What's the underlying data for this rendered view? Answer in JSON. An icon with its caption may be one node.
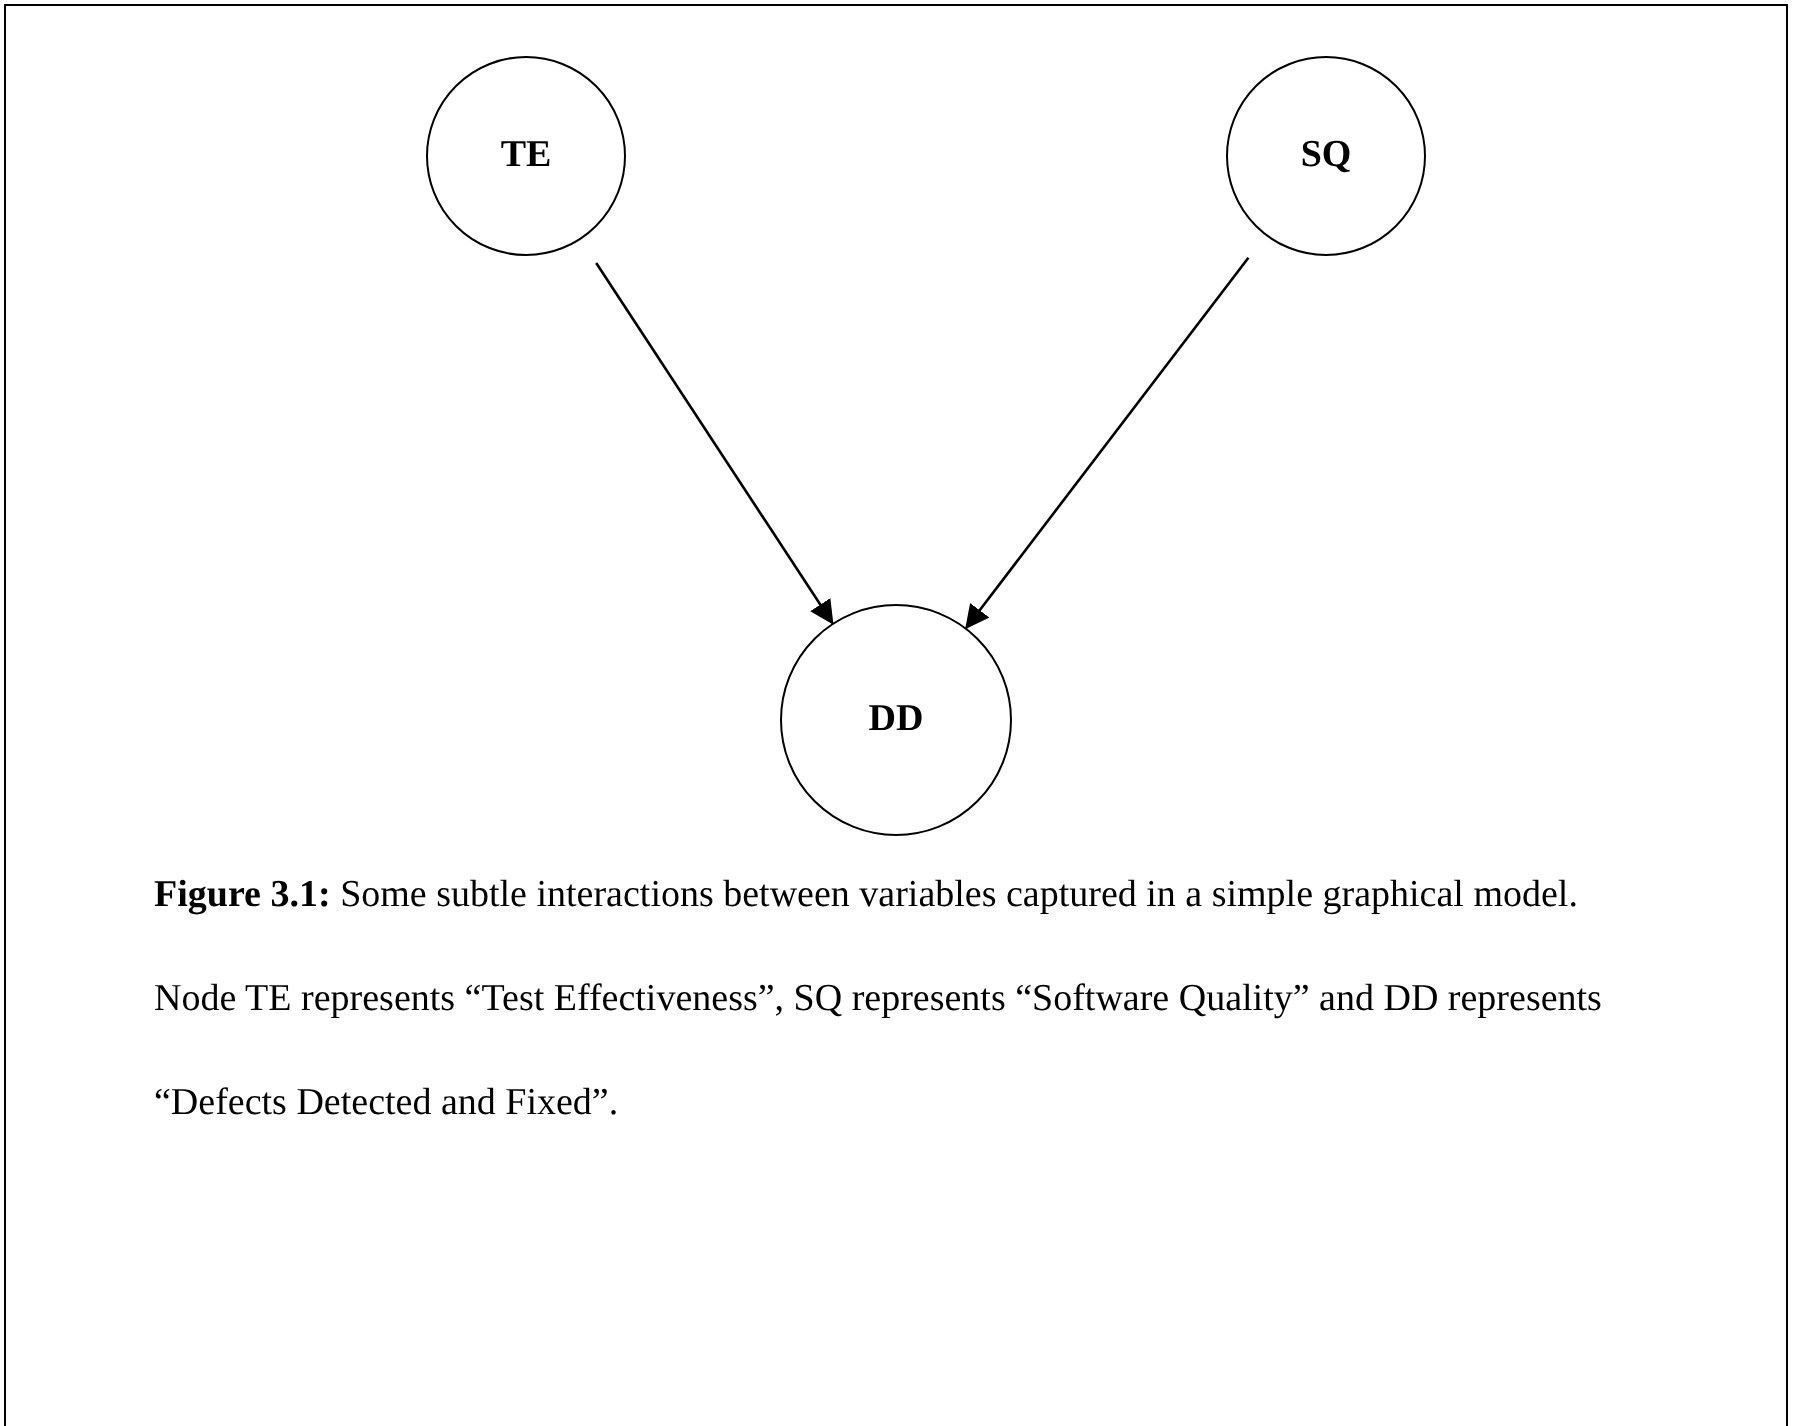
{
  "diagram": {
    "caption": "**Figure 3.1:** Some subtle interactions between variables captured in a simple graphical model. Node TE represents “Test Effectiveness”, SQ represents “Software Quality” and DD represents “Defects Detected and Fixed”.",
    "nodes": [
      {
        "text": [
          "TE"
        ]
      },
      {
        "text": [
          "SQ"
        ]
      },
      {
        "text": [
          "DD"
        ]
      }
    ],
    "edges": [
      {
        "from": 0,
        "to": 2,
        "arrow": "to"
      },
      {
        "from": 1,
        "to": 2,
        "arrow": "to"
      }
    ]
  }
}
